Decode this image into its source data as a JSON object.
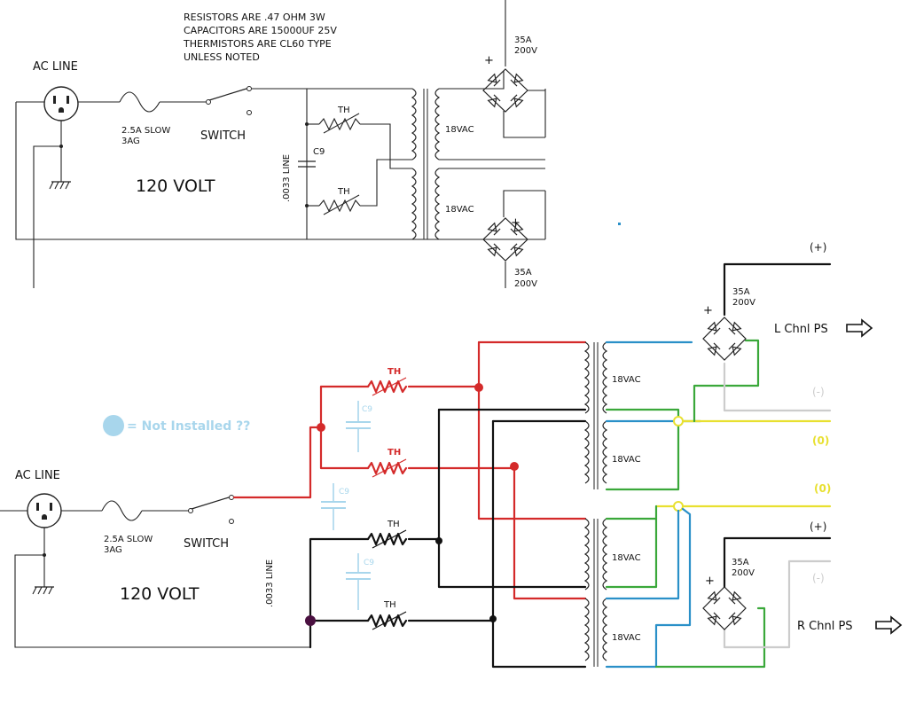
{
  "notes": {
    "line1": "RESISTORS ARE .47 OHM 3W",
    "line2": "CAPACITORS ARE 15000UF 25V",
    "line3": "THERMISTORS ARE CL60 TYPE",
    "line4": "UNLESS NOTED"
  },
  "top": {
    "ac_line": "AC LINE",
    "fuse": "2.5A SLOW",
    "fuse2": "3AG",
    "switch": "SWITCH",
    "volt": "120 VOLT",
    "line_cap": ".0033 LINE",
    "c9": "C9",
    "th1": "TH",
    "th2": "TH",
    "vac1": "18VAC",
    "vac2": "18VAC",
    "br1_a": "35A",
    "br1_v": "200V",
    "br2_a": "35A",
    "br2_v": "200V",
    "plus1": "+",
    "plus2": "+"
  },
  "legend": {
    "text": "= Not Installed ??",
    "color": "#a8d6ec"
  },
  "bottom": {
    "ac_line": "AC LINE",
    "fuse": "2.5A SLOW",
    "fuse2": "3AG",
    "switch": "SWITCH",
    "volt": "120 VOLT",
    "line_cap": ".0033 LINE",
    "th_red1": "TH",
    "th_red2": "TH",
    "th_blk1": "TH",
    "th_blk2": "TH",
    "c9a": "C9",
    "c9b": "C9",
    "c9c": "C9",
    "vac1": "18VAC",
    "vac2": "18VAC",
    "vac3": "18VAC",
    "vac4": "18VAC",
    "br1_a": "35A",
    "br1_v": "200V",
    "br2_a": "35A",
    "br2_v": "200V",
    "plus1": "+",
    "plus2": "+",
    "l_plus": "(+)",
    "l_minus": "(-)",
    "l_zero": "(0)",
    "r_zero": "(0)",
    "r_plus": "(+)",
    "r_minus": "(-)",
    "l_chnl": "L Chnl PS",
    "r_chnl": "R Chnl PS"
  },
  "colors": {
    "red": "#d42a2a",
    "black": "#111111",
    "blue": "#2a90c8",
    "green": "#3aa83a",
    "yellow": "#e8e030",
    "grey": "#cccccc",
    "cap_blue": "#a8d6ec",
    "node_purple": "#4a1040"
  }
}
